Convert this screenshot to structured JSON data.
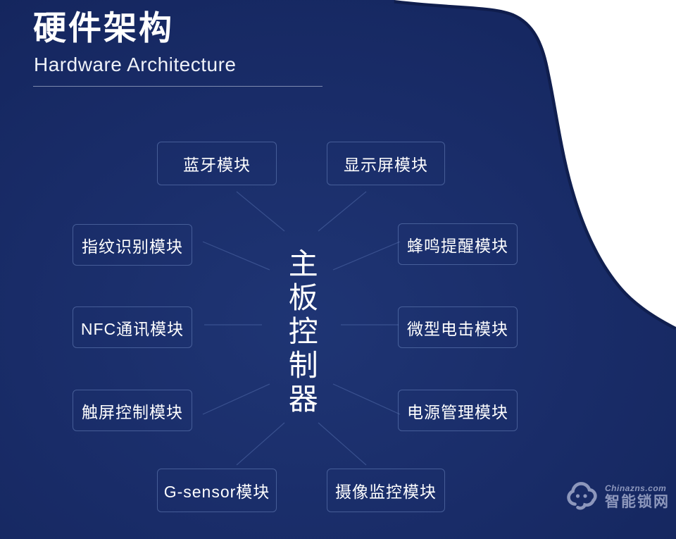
{
  "header": {
    "title": "硬件架构",
    "subtitle": "Hardware Architecture"
  },
  "diagram": {
    "hub_label": "主板控制器",
    "modules": [
      {
        "id": "bluetooth",
        "label": "蓝牙模块"
      },
      {
        "id": "display",
        "label": "显示屏模块"
      },
      {
        "id": "fingerprint",
        "label": "指纹识别模块"
      },
      {
        "id": "buzzer",
        "label": "蜂鸣提醒模块"
      },
      {
        "id": "nfc",
        "label": "NFC通讯模块"
      },
      {
        "id": "shock",
        "label": "微型电击模块"
      },
      {
        "id": "touchscreen",
        "label": "触屏控制模块"
      },
      {
        "id": "power",
        "label": "电源管理模块"
      },
      {
        "id": "gsensor",
        "label": "G-sensor模块"
      },
      {
        "id": "camera",
        "label": "摄像监控模块"
      }
    ]
  },
  "watermark": {
    "site": "Chinazns.com",
    "name": "智能锁网",
    "icon": "cloud-face-icon"
  },
  "colors": {
    "background_center": "#1f3574",
    "background_edge": "#13245b",
    "page_corner": "#ffffff",
    "box_border": "rgba(132,160,214,0.42)",
    "connector_line": "rgba(125,155,220,0.30)",
    "text": "#ffffff",
    "watermark": "#97a1c4"
  }
}
